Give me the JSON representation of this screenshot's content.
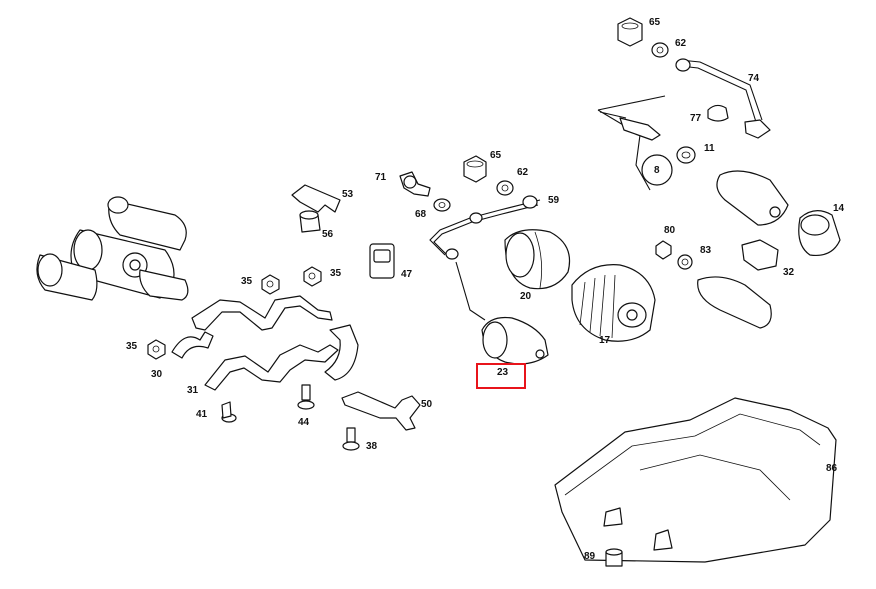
{
  "diagram": {
    "part_labels": {
      "p65a": "65",
      "p62a": "62",
      "p74": "74",
      "p77": "77",
      "p11": "11",
      "p8": "8",
      "p65b": "65",
      "p62b": "62",
      "p71": "71",
      "p59": "59",
      "p68": "68",
      "p53": "53",
      "p56": "56",
      "p14": "14",
      "p80": "80",
      "p83": "83",
      "p32": "32",
      "p47": "47",
      "p20": "20",
      "p35a": "35",
      "p35b": "35",
      "p35c": "35",
      "p30": "30",
      "p31": "31",
      "p17": "17",
      "p23": "23",
      "p41": "41",
      "p44": "44",
      "p50": "50",
      "p38": "38",
      "p86": "86",
      "p89": "89"
    },
    "highlighted_part": "23",
    "highlight_color": "#e8141b"
  }
}
